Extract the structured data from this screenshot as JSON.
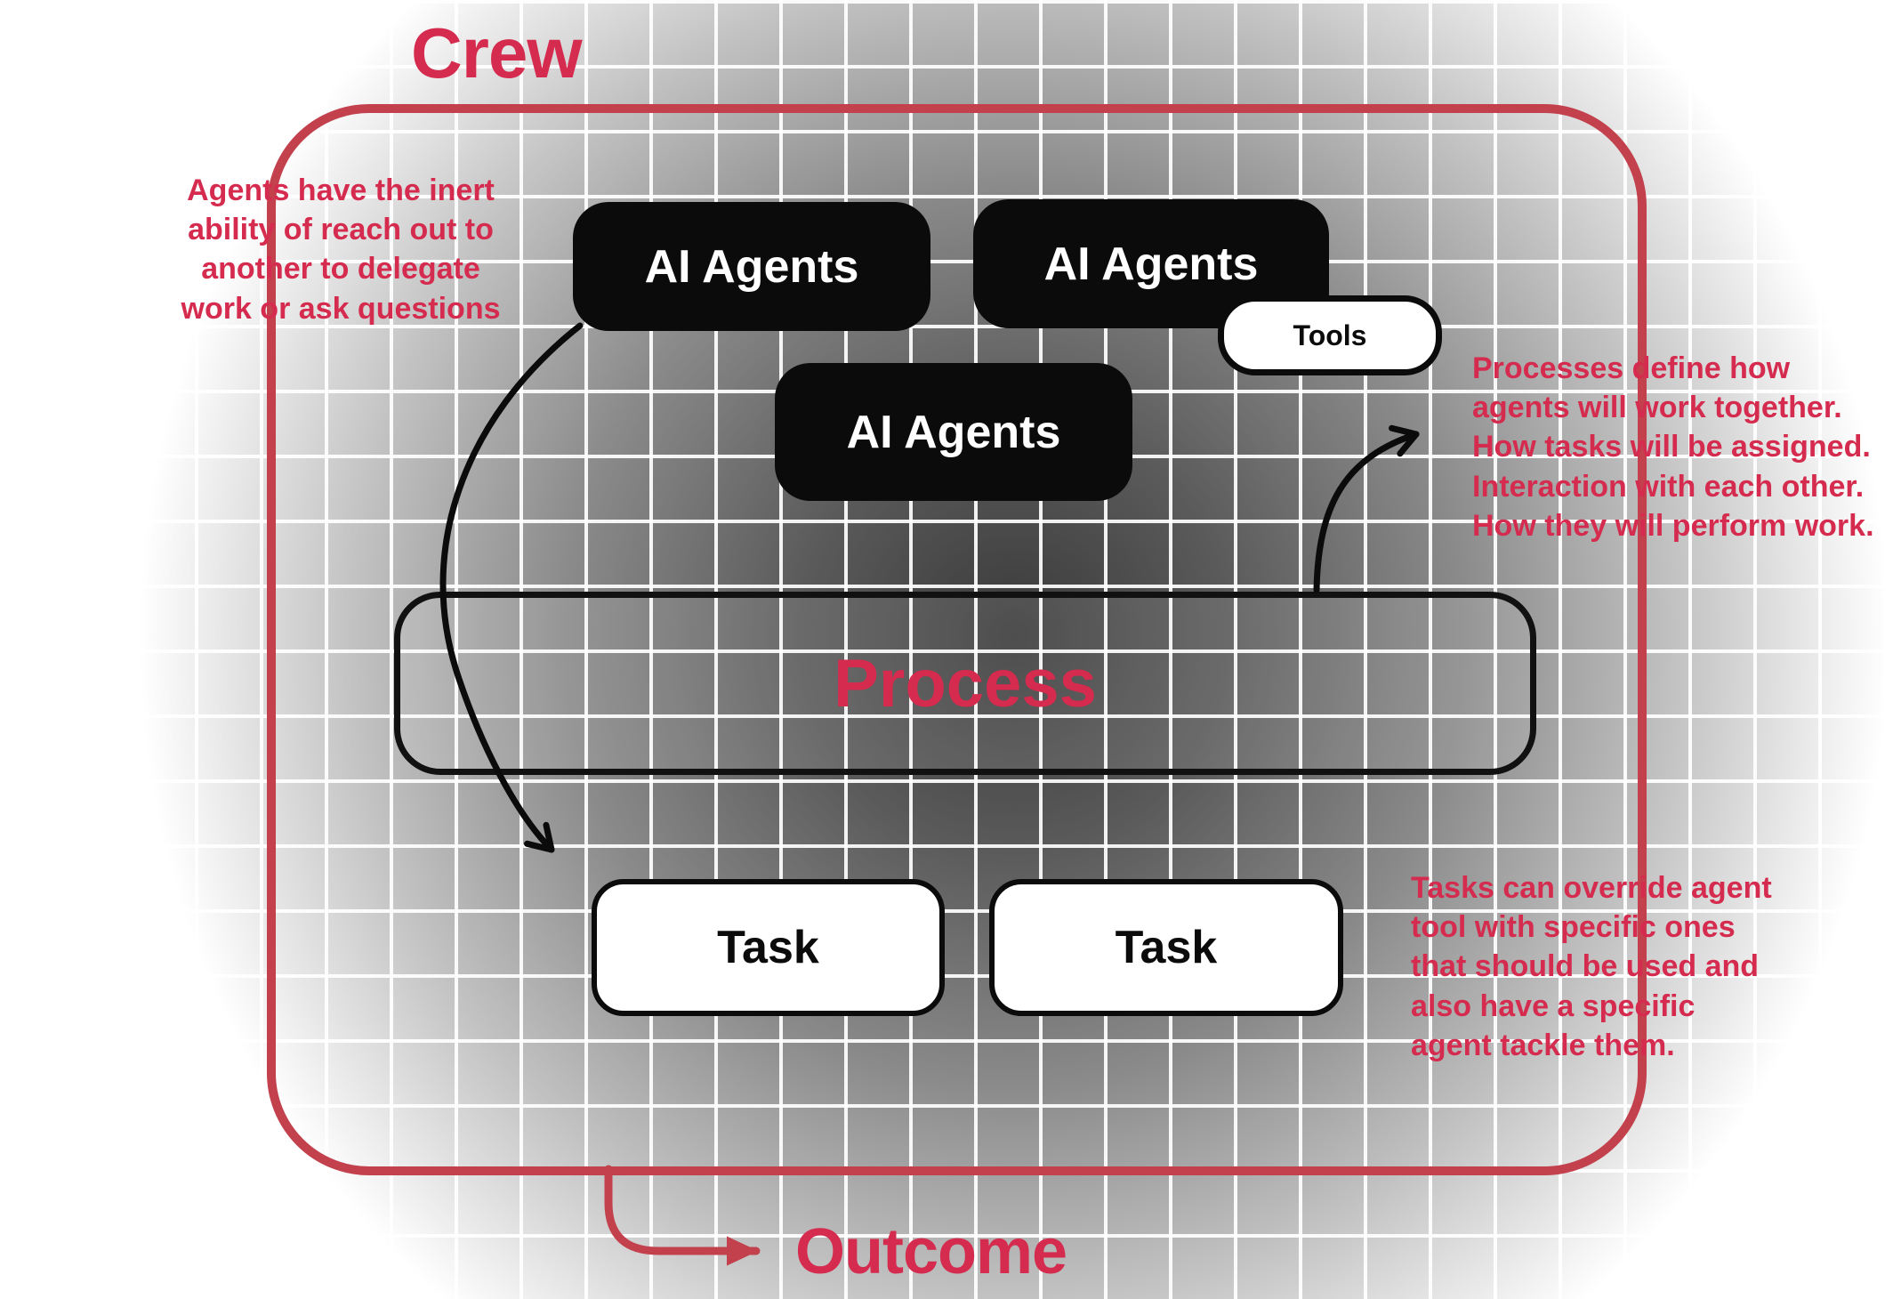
{
  "labels": {
    "crew": "Crew",
    "process": "Process",
    "tools": "Tools",
    "outcome": "Outcome",
    "agents": [
      "AI Agents",
      "AI Agents",
      "AI Agents"
    ],
    "tasks": [
      "Task",
      "Task"
    ]
  },
  "annotations": {
    "left": "Agents have the inert\nability of reach out to\nanother to delegate\nwork or ask questions",
    "top_right": "Processes define how\nagents will work together.\nHow tasks will be assigned.\nInteraction with each other.\nHow they will perform work.",
    "bottom_right": "Tasks can override agent\ntool with specific ones\nthat should be used and\nalso have a specific\nagent tackle them."
  },
  "colors": {
    "accent_text": "#D52B4E",
    "outline_red": "#C2414D",
    "box_black": "#0B0B0B"
  }
}
